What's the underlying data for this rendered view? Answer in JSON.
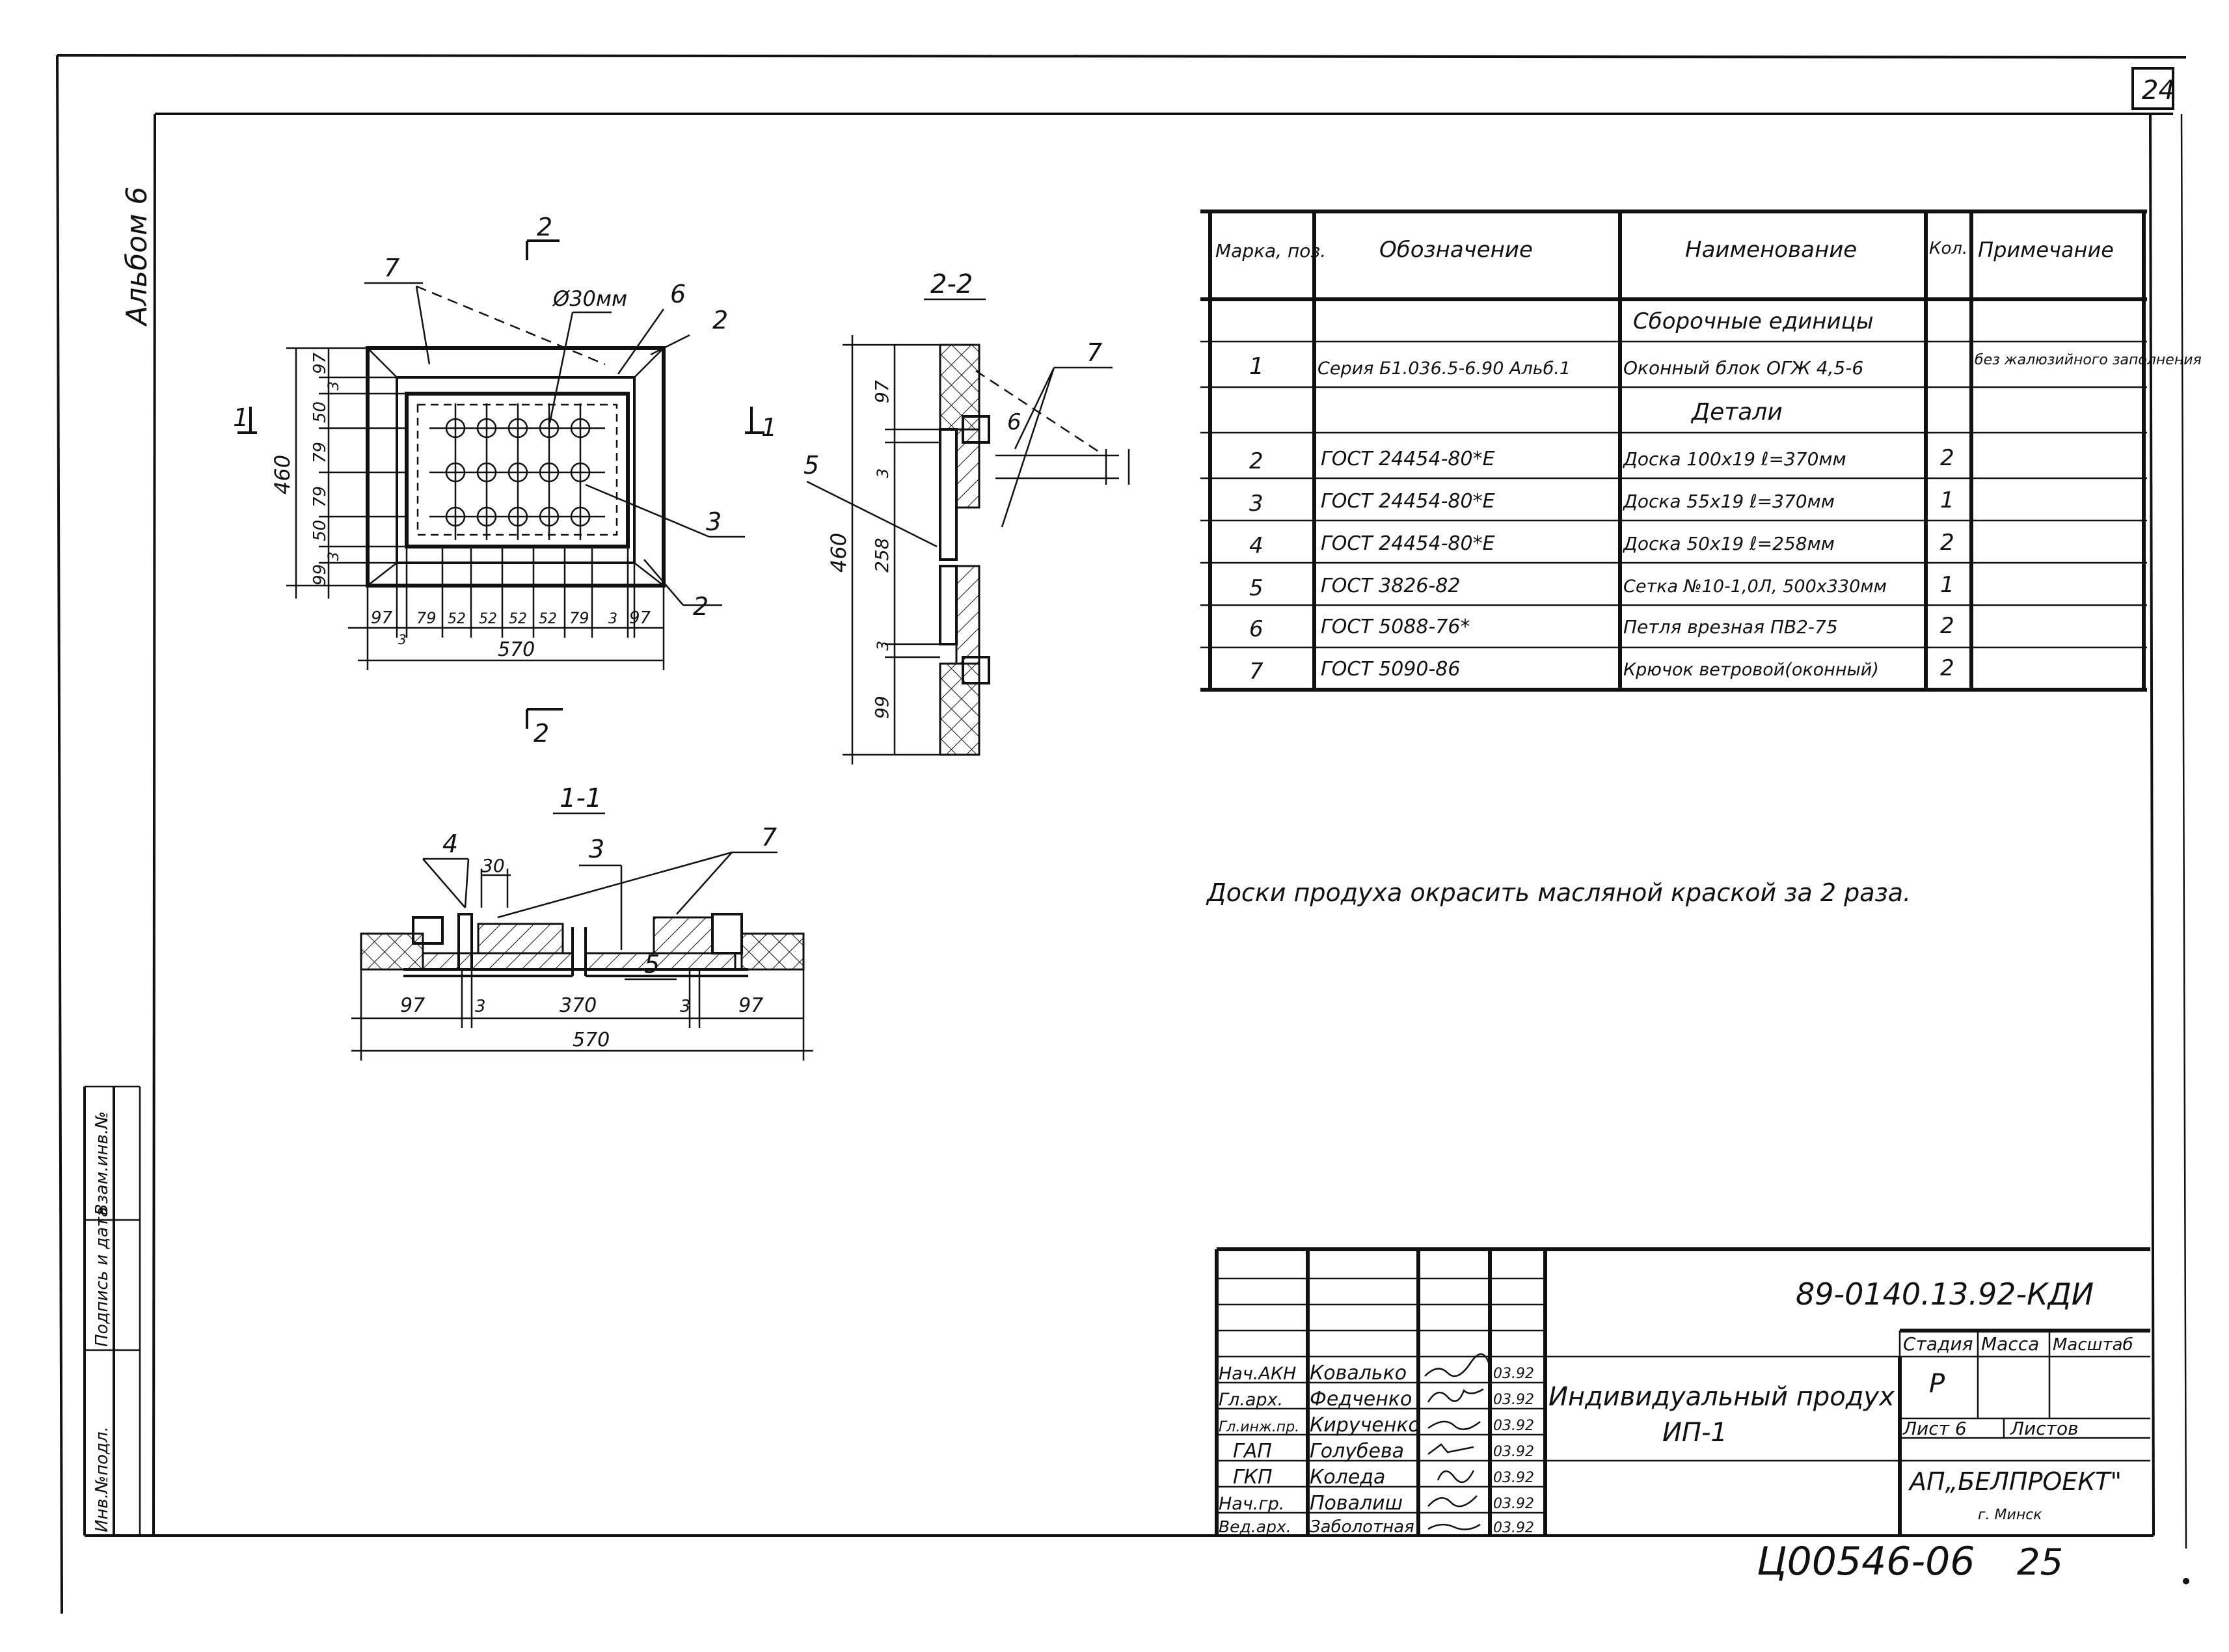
{
  "sheet_number": "24",
  "album_label": "Альбом 6",
  "side_stamp": [
    "Инв.№подл.",
    "Подпись и дата",
    "Взам.инв.№"
  ],
  "plan": {
    "hole_label": "Ø30мм",
    "section_mark": "2",
    "section_mark_bottom": "2",
    "left_mark": "1",
    "right_mark": "1",
    "pos": [
      "7",
      "6",
      "2",
      "3",
      "2"
    ],
    "height_total": "460",
    "v_dims": [
      "97",
      "3",
      "50",
      "79",
      "79",
      "50",
      "3",
      "99"
    ],
    "h_dims": [
      "97",
      "79",
      "52",
      "52",
      "52",
      "52",
      "79",
      "3",
      "97"
    ],
    "h_small": "3",
    "width_total": "570"
  },
  "section_2_2": {
    "title": "2-2",
    "pos": [
      "7",
      "6",
      "5"
    ],
    "v_dims": [
      "97",
      "3",
      "258",
      "3",
      "99"
    ],
    "height_total": "460"
  },
  "section_1_1": {
    "title": "1-1",
    "pos": [
      "4",
      "3",
      "7",
      "5"
    ],
    "top_dim": "30",
    "h_dims": [
      "97",
      "3",
      "370",
      "3",
      "97"
    ],
    "width_total": "570"
  },
  "spec_table": {
    "headers": [
      "Марка, поз.",
      "Обозначение",
      "Наименование",
      "Кол.",
      "Примечание"
    ],
    "group1": "Сборочные единицы",
    "row1": [
      "1",
      "Серия Б1.036.5-6.90 Альб.1",
      "Оконный блок ОГЖ 4,5-6",
      "",
      "без жалюзийного заполнения"
    ],
    "group2": "Детали",
    "rows": [
      [
        "2",
        "ГОСТ 24454-80*Е",
        "Доска 100х19  ℓ=370мм",
        "2",
        ""
      ],
      [
        "3",
        "ГОСТ 24454-80*Е",
        "Доска 55х19  ℓ=370мм",
        "1",
        ""
      ],
      [
        "4",
        "ГОСТ 24454-80*Е",
        "Доска 50х19  ℓ=258мм",
        "2",
        ""
      ],
      [
        "5",
        "ГОСТ 3826-82",
        "Сетка №10-1,0Л, 500х330мм",
        "1",
        ""
      ],
      [
        "6",
        "ГОСТ 5088-76*",
        "Петля врезная ПВ2-75",
        "2",
        ""
      ],
      [
        "7",
        "ГОСТ 5090-86",
        "Крючок ветровой(оконный)",
        "2",
        ""
      ]
    ]
  },
  "note": "Доски продуха окрасить масляной краской за 2 раза.",
  "title_block": {
    "code": "89-0140.13.92-КДИ",
    "title_line1": "Индивидуальный продух",
    "title_line2": "ИП-1",
    "stage_label": "Стадия",
    "mass_label": "Масса",
    "scale_label": "Масштаб",
    "stage_value": "Р",
    "sheet_label": "Лист 6",
    "sheets_label": "Листов",
    "org_line1": "АП„БЕЛПРОЕКТ\"",
    "org_line2": "г. Минск",
    "staff": [
      [
        "Нач.АКН",
        "Ковалько",
        "03.92"
      ],
      [
        "Гл.арх.",
        "Федченко",
        "03.92"
      ],
      [
        "Гл.инж.пр.",
        "Кирученко",
        "03.92"
      ],
      [
        "ГАП",
        "Голубева",
        "03.92"
      ],
      [
        "ГКП",
        "Коледа",
        "03.92"
      ],
      [
        "Нач.гр.",
        "Повалиш",
        "03.92"
      ],
      [
        "Вед.арх.",
        "Заболотная",
        "03.92"
      ]
    ]
  },
  "archive_number": "Ц00546-06",
  "archive_page": "25"
}
